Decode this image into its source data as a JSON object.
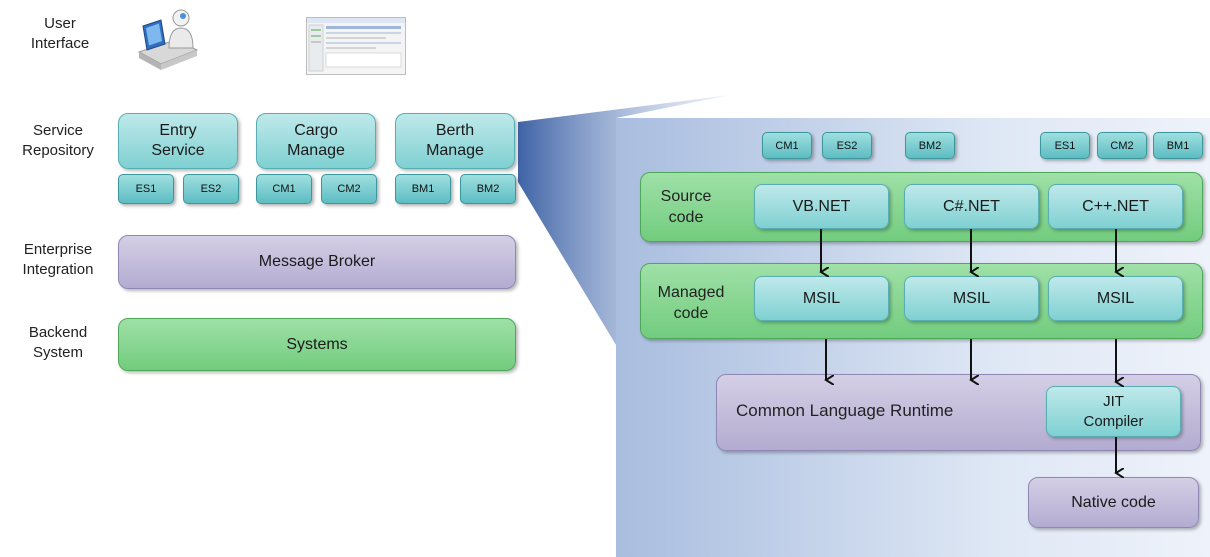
{
  "layers": {
    "user_interface": "User\nInterface",
    "service_repository": "Service\nRepository",
    "enterprise_integration": "Enterprise\nIntegration",
    "backend_system": "Backend\nSystem"
  },
  "icons": {
    "user": "user-at-computer-icon",
    "app": "application-window-thumbnail-icon"
  },
  "services": [
    {
      "name": "Entry\nService",
      "subs": [
        "ES1",
        "ES2"
      ]
    },
    {
      "name": "Cargo\nManage",
      "subs": [
        "CM1",
        "CM2"
      ]
    },
    {
      "name": "Berth\nManage",
      "subs": [
        "BM1",
        "BM2"
      ]
    }
  ],
  "message_broker": "Message Broker",
  "systems": "Systems",
  "net": {
    "top_modules": [
      "CM1",
      "ES2",
      "BM2",
      "ES1",
      "CM2",
      "BM1"
    ],
    "source_label": "Source\ncode",
    "languages": [
      "VB.NET",
      "C#.NET",
      "C++.NET"
    ],
    "managed_label": "Managed\ncode",
    "msil": [
      "MSIL",
      "MSIL",
      "MSIL"
    ],
    "clr": "Common Language Runtime",
    "jit": "JIT\nCompiler",
    "native": "Native code"
  },
  "colors": {
    "teal": "#7fd0d2",
    "purple": "#b3acd1",
    "green": "#72cc7e",
    "panel": "#a9bddf"
  }
}
